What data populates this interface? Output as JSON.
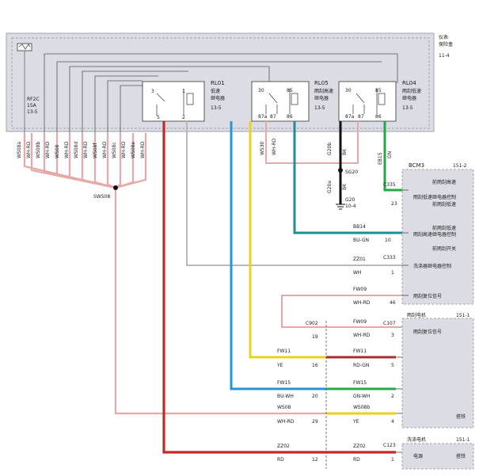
{
  "fuse_box": {
    "label_line1": "仪表",
    "label_line2": "保险盒",
    "ref": "11-4",
    "fuse": {
      "id": "RF2C",
      "rating": "15A",
      "ref": "13-5"
    }
  },
  "relays": [
    {
      "id": "RL01",
      "name_line1": "低速",
      "name_line2": "继电器",
      "ref": "13-5",
      "pins": [
        "3",
        "1",
        "5",
        "2"
      ]
    },
    {
      "id": "RL05",
      "name_line1": "雨刮高速",
      "name_line2": "继电器",
      "ref": "13-5",
      "pins": [
        "30",
        "85",
        "87a",
        "87",
        "86"
      ]
    },
    {
      "id": "RL04",
      "name_line1": "雨刮低速",
      "name_line2": "继电器",
      "ref": "13-5",
      "pins": [
        "30",
        "85",
        "87a",
        "87",
        "86"
      ]
    }
  ],
  "harness": {
    "labels": [
      "WS08a",
      "WH-RD",
      "WS08b",
      "WH-RD",
      "WS08",
      "WH-RD",
      "WS08d",
      "WH-RD",
      "WS08f",
      "WH-RD",
      "WS08c",
      "WH-RD",
      "WS08e",
      "WH-RD"
    ]
  },
  "splices": [
    {
      "label": "SWS08"
    },
    {
      "label": "SG20"
    }
  ],
  "ground": {
    "label": "G20",
    "ref": "10-4"
  },
  "connectors": {
    "c902": "C902",
    "c107": "C107",
    "c123": "C123",
    "c335": "C335",
    "c333": "C333"
  },
  "wires": {
    "ws30": {
      "name": "WS30",
      "color": "WH-RD"
    },
    "g20b": {
      "name": "G20b",
      "color": "BK"
    },
    "g20a": {
      "name": "G20a",
      "color": "BK"
    },
    "eb15": {
      "name": "EB15",
      "color": "GN",
      "pin": "23"
    },
    "bb14": {
      "name": "BB14",
      "color": "BU-GN",
      "pin": "10"
    },
    "zz01": {
      "name": "ZZ01",
      "color": "WH",
      "pin": "1"
    },
    "fw09a": {
      "name": "FW09",
      "color": "WH-RD",
      "pin": "46"
    },
    "fw09b": {
      "name": "FW09",
      "color": "WH-RD",
      "pin": "3",
      "left_pin": "19"
    },
    "fw11": {
      "left_name": "FW11",
      "left_color": "YE",
      "left_pin": "16",
      "right_name": "FW11",
      "right_color": "RD-GN",
      "right_pin": "5"
    },
    "fw15": {
      "left_name": "FW15",
      "left_color": "BU-WH",
      "left_pin": "20",
      "right_name": "FW15",
      "right_color": "GN-WH",
      "right_pin": "2"
    },
    "ws08": {
      "left_name": "WS08",
      "left_color": "WH-RD",
      "left_pin": "29",
      "right_name": "WS08b",
      "right_color": "YE",
      "right_pin": "4"
    },
    "zz02": {
      "left_name": "ZZ02",
      "left_color": "RD",
      "left_pin": "12",
      "right_name": "ZZ02",
      "right_color": "RD",
      "right_pin": "1"
    }
  },
  "modules": {
    "bcm3": {
      "title": "BCM3",
      "ref": "151-2",
      "pins": [
        "前雨刮高速",
        "雨刮低速继电器控制",
        "前雨刮低速",
        "前雨刮低速",
        "雨刮高速继电器控制",
        "前雨刮开关",
        "洗涤器继电器控制",
        "雨刮复位信号"
      ]
    },
    "wiper_motor": {
      "title": "雨刮电机",
      "ref": "151-1",
      "pins": [
        "雨刮复位信号",
        "搭铁"
      ]
    },
    "washer_motor": {
      "title": "洗涤电机",
      "ref": "151-1",
      "pins": [
        "电源",
        "搭铁"
      ]
    }
  }
}
